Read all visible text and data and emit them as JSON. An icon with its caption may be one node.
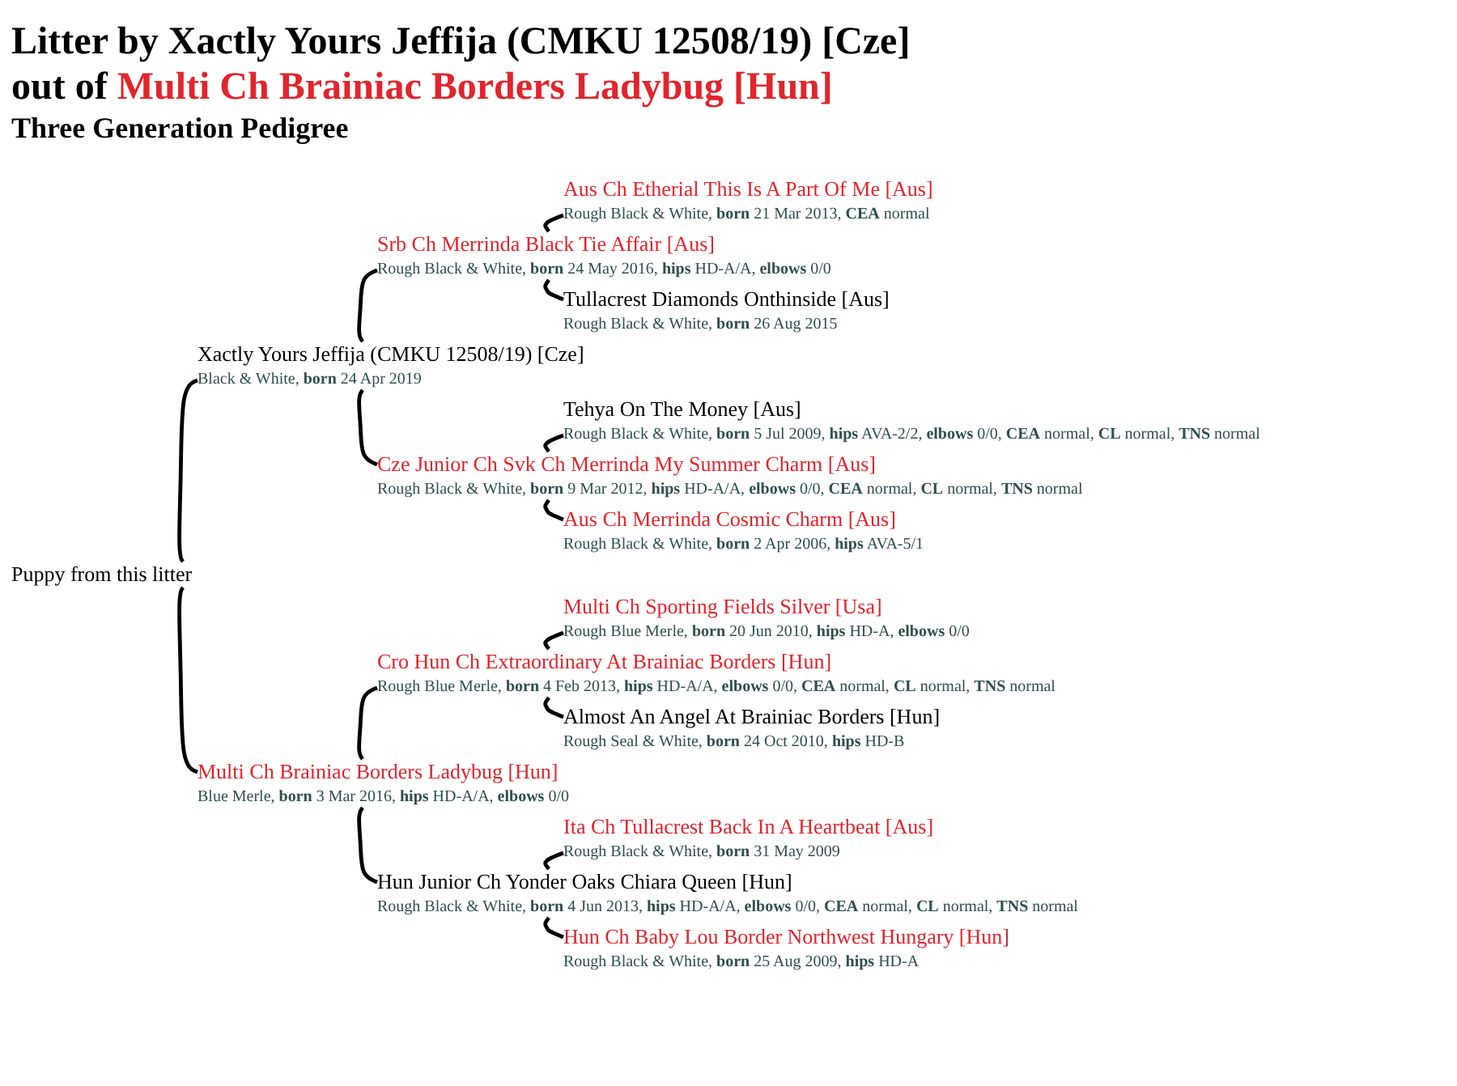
{
  "diagram": {
    "title": "Litter by Xactly Yours Jeffija (CMKU 12508/19) [Cze]",
    "nodes": [
      {
        "text": [
          "Puppy from this litter"
        ]
      },
      {
        "text": [
          "Xactly Yours Jeffija (CMKU 12508/19) [Cze]",
          "Black & White, **born** 24 Apr 2019"
        ]
      },
      {
        "text": [
          "Srb Ch Merrinda Black Tie Affair [Aus]",
          "Rough Black & White, **born** 24 May 2016, **hips** HD-A/A, **elbows** 0/0"
        ]
      },
      {
        "text": [
          "Aus Ch Etherial This Is A Part Of Me [Aus]",
          "Rough Black & White, **born** 21 Mar 2013, **CEA** normal"
        ]
      },
      {
        "text": [
          "Tullacrest Diamonds Onthinside [Aus]",
          "Rough Black & White, **born** 26 Aug 2015"
        ]
      },
      {
        "text": [
          "Cze Junior Ch Svk Ch Merrinda My Summer Charm [Aus]",
          "Rough Black & White, **born** 9 Mar 2012, **hips** HD-A/A, **elbows** 0/0, **CEA** normal, **CL** normal, **TNS** normal"
        ]
      },
      {
        "text": [
          "Tehya On The Money [Aus]",
          "Rough Black & White, **born** 5 Jul 2009, **hips** AVA-2/2, **elbows** 0/0, **CEA** normal, **CL** normal, **TNS** normal"
        ]
      },
      {
        "text": [
          "Aus Ch Merrinda Cosmic Charm [Aus]",
          "Rough Black & White, **born** 2 Apr 2006, **hips** AVA-5/1"
        ]
      },
      {
        "text": [
          "Multi Ch Brainiac Borders Ladybug [Hun]",
          "Blue Merle, **born** 3 Mar 2016, **hips** HD-A/A, **elbows** 0/0"
        ]
      },
      {
        "text": [
          "Cro Hun Ch Extraordinary At Brainiac Borders [Hun]",
          "Rough Blue Merle, **born** 4 Feb 2013, **hips** HD-A/A, **elbows** 0/0, **CEA** normal, **CL** normal, **TNS** normal"
        ]
      },
      {
        "text": [
          "Multi Ch Sporting Fields Silver [Usa]",
          "Rough Blue Merle, **born** 20 Jun 2010, **hips** HD-A, **elbows** 0/0"
        ]
      },
      {
        "text": [
          "Almost An Angel At Brainiac Borders [Hun]",
          "Rough Seal & White, **born** 24 Oct 2010, **hips** HD-B"
        ]
      },
      {
        "text": [
          "Hun Junior Ch Yonder Oaks Chiara Queen [Hun]",
          "Rough Black & White, **born** 4 Jun 2013, **hips** HD-A/A, **elbows** 0/0, **CEA** normal, **CL** normal, **TNS** normal"
        ]
      },
      {
        "text": [
          "Ita Ch Tullacrest Back In A Heartbeat [Aus]",
          "Rough Black & White, **born** 31 May 2009"
        ]
      },
      {
        "text": [
          "Hun Ch Baby Lou Border Northwest Hungary [Hun]",
          "Rough Black & White, **born** 25 Aug 2009, **hips** HD-A"
        ]
      }
    ],
    "edges": [
      {
        "from": 0,
        "to": 1,
        "arrow": "none"
      },
      {
        "from": 1,
        "to": 2,
        "arrow": "none"
      },
      {
        "from": 2,
        "to": 3,
        "arrow": "none"
      },
      {
        "from": 2,
        "to": 4,
        "arrow": "none"
      },
      {
        "from": 1,
        "to": 5,
        "arrow": "none"
      },
      {
        "from": 5,
        "to": 6,
        "arrow": "none"
      },
      {
        "from": 5,
        "to": 7,
        "arrow": "none"
      },
      {
        "from": 0,
        "to": 8,
        "arrow": "none"
      },
      {
        "from": 8,
        "to": 9,
        "arrow": "none"
      },
      {
        "from": 9,
        "to": 10,
        "arrow": "none"
      },
      {
        "from": 9,
        "to": 11,
        "arrow": "none"
      },
      {
        "from": 8,
        "to": 12,
        "arrow": "none"
      },
      {
        "from": 12,
        "to": 13,
        "arrow": "none"
      },
      {
        "from": 12,
        "to": 14,
        "arrow": "none"
      }
    ],
    "labels": [
      "out of",
      "Multi Ch Brainiac Borders Ladybug [Hun]",
      "Three Generation Pedigree"
    ]
  }
}
